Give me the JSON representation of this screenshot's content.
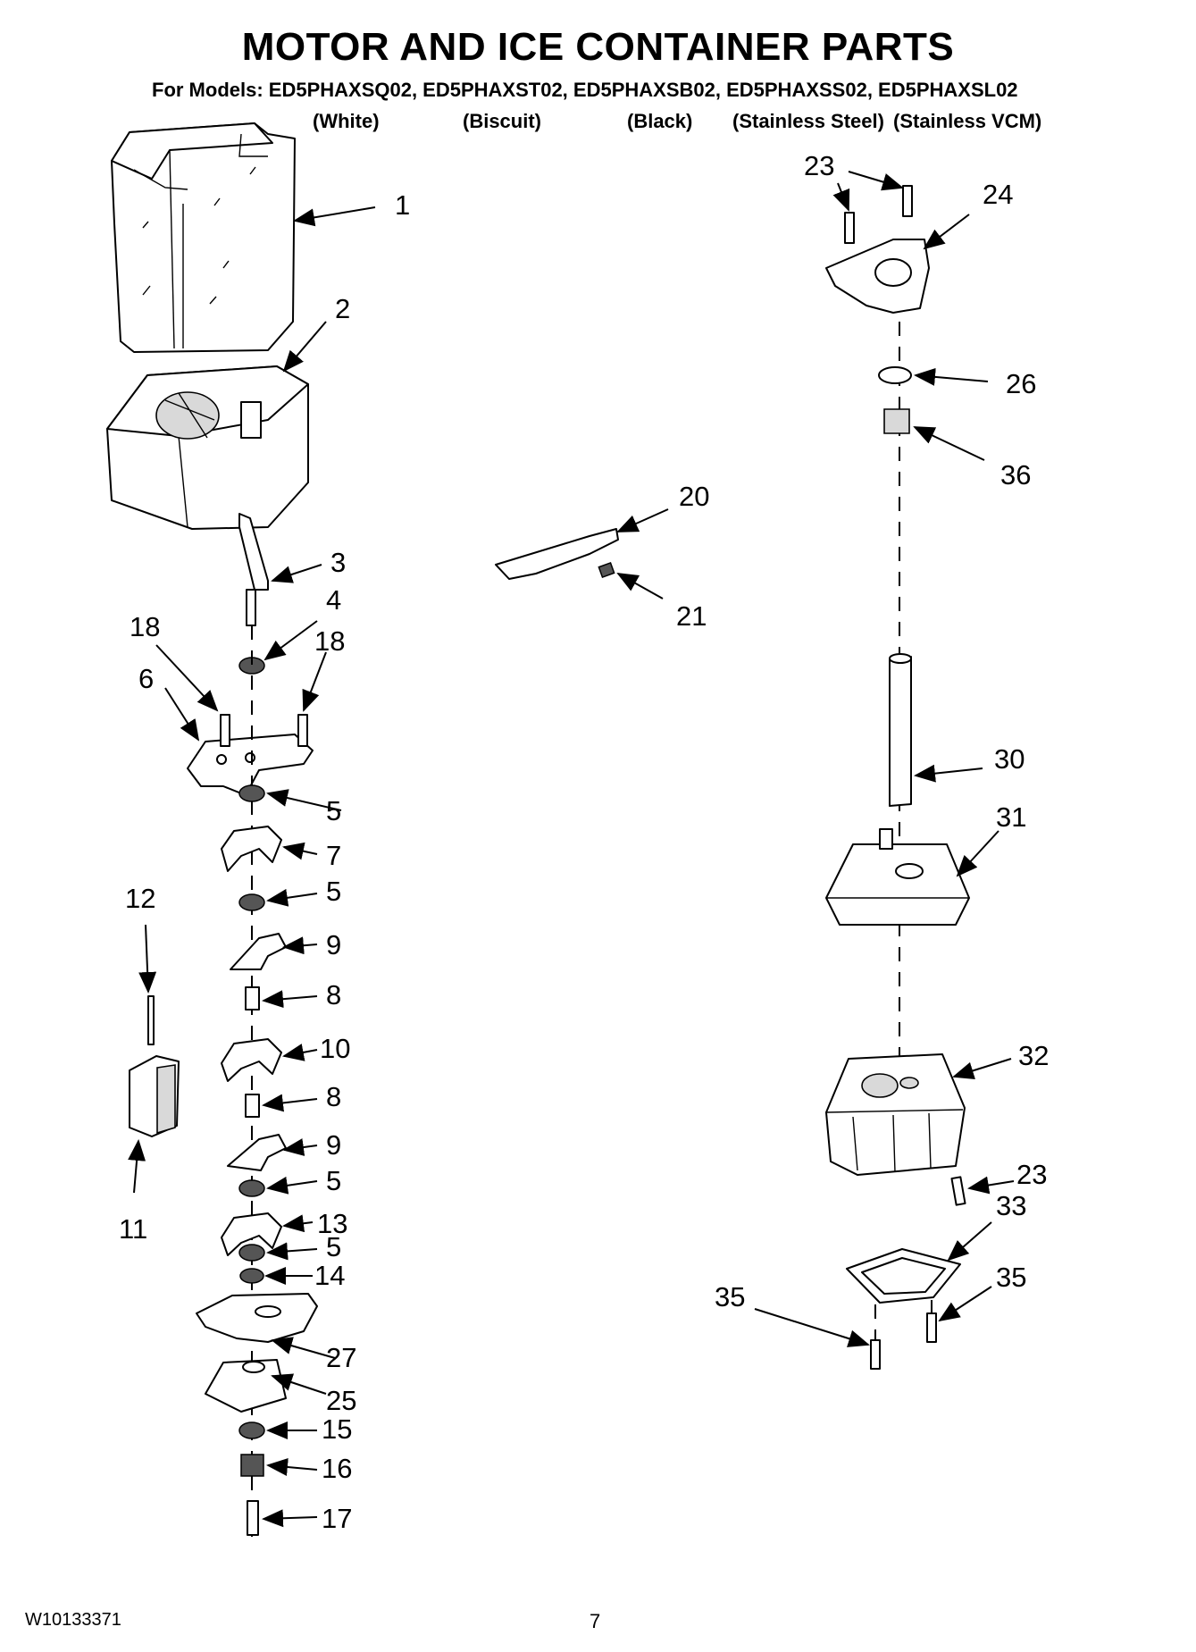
{
  "header": {
    "title": "MOTOR AND ICE CONTAINER PARTS",
    "models_line": "For Models: ED5PHAXSQ02, ED5PHAXST02, ED5PHAXSB02, ED5PHAXSS02, ED5PHAXSL02",
    "variants": [
      "(White)",
      "(Biscuit)",
      "(Black)",
      "(Stainless Steel)",
      "(Stainless VCM)"
    ]
  },
  "callouts": {
    "c1": "1",
    "c2": "2",
    "c3": "3",
    "c4": "4",
    "c5a": "5",
    "c5b": "5",
    "c5c": "5",
    "c5d": "5",
    "c6": "6",
    "c7": "7",
    "c8a": "8",
    "c8b": "8",
    "c9a": "9",
    "c9b": "9",
    "c10": "10",
    "c11": "11",
    "c12": "12",
    "c13": "13",
    "c14": "14",
    "c15": "15",
    "c16": "16",
    "c17": "17",
    "c18a": "18",
    "c18b": "18",
    "c20": "20",
    "c21": "21",
    "c23a": "23",
    "c23b": "23",
    "c24": "24",
    "c25": "25",
    "c26": "26",
    "c27": "27",
    "c30": "30",
    "c31": "31",
    "c32": "32",
    "c33": "33",
    "c35a": "35",
    "c35b": "35",
    "c36": "36"
  },
  "footer": {
    "doc_number": "W10133371",
    "page_number": "7"
  }
}
